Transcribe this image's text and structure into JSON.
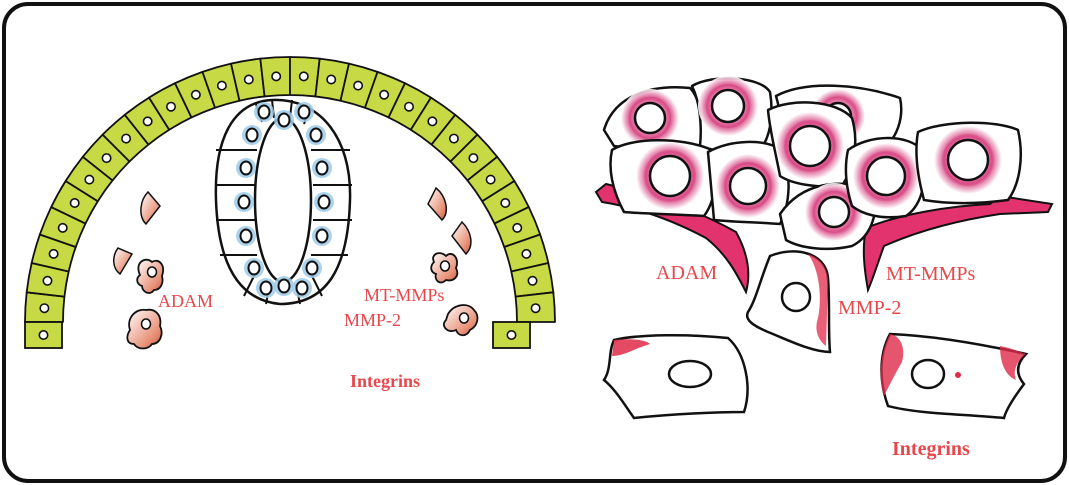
{
  "left_panel": {
    "labels": {
      "adam": "ADAM",
      "mt_mmps": "MT-MMPs",
      "mmp2": "MMP-2",
      "integrins": "Integrins"
    }
  },
  "right_panel": {
    "labels": {
      "adam": "ADAM",
      "mt_mmps": "MT-MMPs",
      "mmp2": "MMP-2",
      "integrins": "Integrins"
    }
  },
  "colors": {
    "label_red": "#e8474b",
    "epithelium_green": "#c7d944",
    "lumen_blue": "#9ecbe8",
    "mesenchyme_magenta": "#d63f7e",
    "outline": "#111111"
  },
  "icons": [
    "epithelial-cell-icon",
    "migrating-cell-icon",
    "tumor-cell-icon"
  ]
}
